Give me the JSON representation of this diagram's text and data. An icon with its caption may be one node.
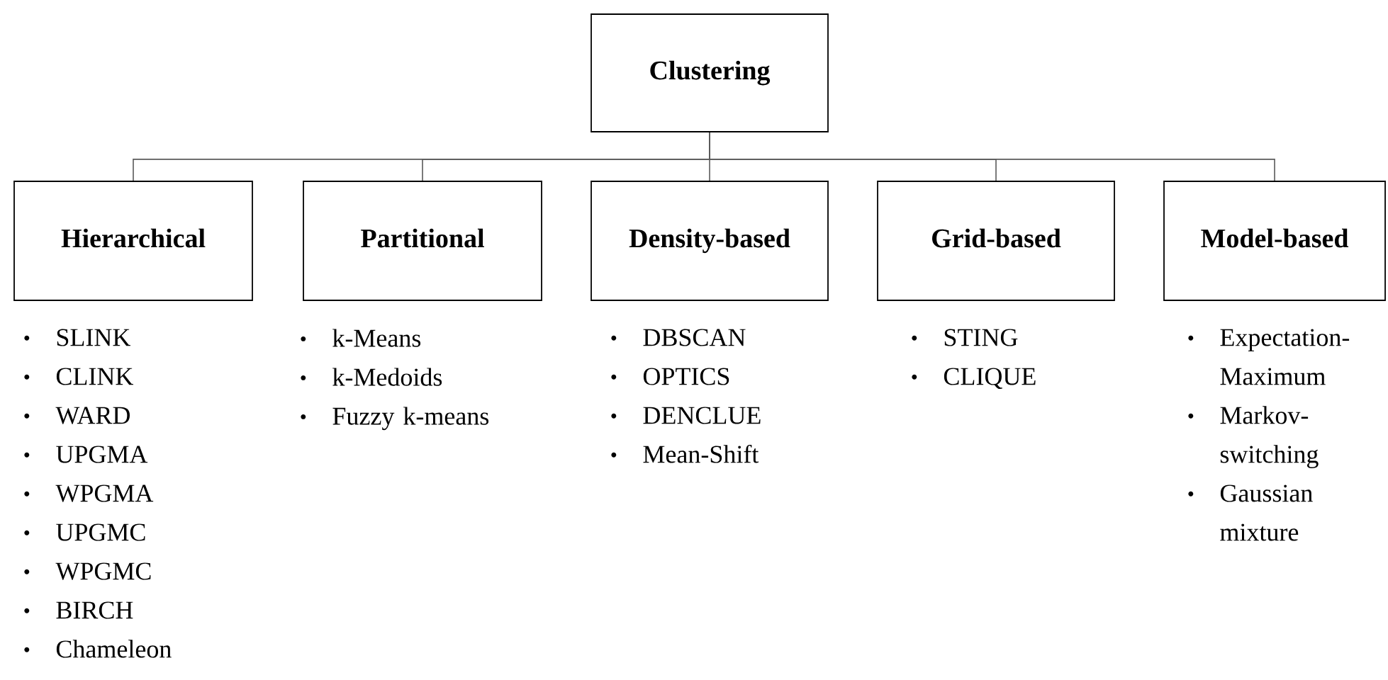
{
  "diagram": {
    "nodes": [
      {
        "text": [
          "Clustering"
        ]
      },
      {
        "text": [
          "Hierarchical"
        ],
        "beside": [
          "SLINK",
          "CLINK",
          "WARD",
          "UPGMA",
          "WPGMA",
          "UPGMC",
          "WPGMC",
          "BIRCH",
          "Chameleon"
        ]
      },
      {
        "text": [
          "Partitional"
        ],
        "beside": [
          "k-Means",
          "k-Medoids",
          "Fuzzy k-means"
        ]
      },
      {
        "text": [
          "Density-based"
        ],
        "beside": [
          "DBSCAN",
          "OPTICS",
          "DENCLUE",
          "Mean-Shift"
        ]
      },
      {
        "text": [
          "Grid-based"
        ],
        "beside": [
          "STING",
          "CLIQUE"
        ]
      },
      {
        "text": [
          "Model-based"
        ],
        "beside": [
          "Expectation-Maximum",
          "Markov-switching",
          "Gaussian mixture"
        ]
      }
    ],
    "edges": [
      {
        "from": 0,
        "to": 1,
        "arrow": "none"
      },
      {
        "from": 0,
        "to": 2,
        "arrow": "none"
      },
      {
        "from": 0,
        "to": 3,
        "arrow": "none"
      },
      {
        "from": 0,
        "to": 4,
        "arrow": "none"
      },
      {
        "from": 0,
        "to": 5,
        "arrow": "none"
      }
    ]
  }
}
